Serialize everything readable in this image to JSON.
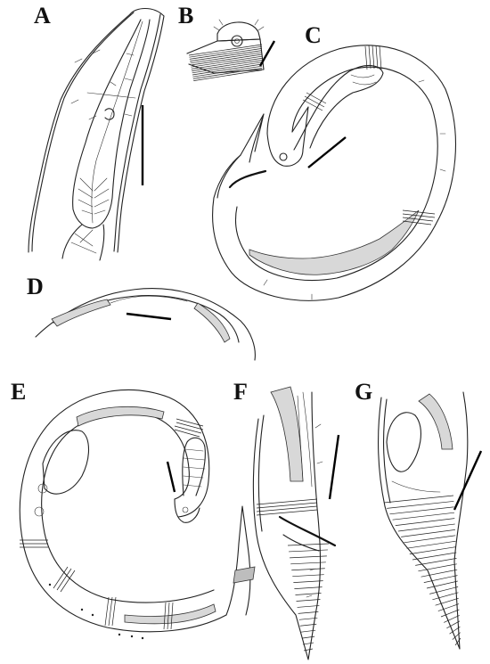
{
  "figure": {
    "panels": [
      {
        "id": "A",
        "label": "A",
        "description_name": "panel-a"
      },
      {
        "id": "B",
        "label": "B",
        "description_name": "panel-b"
      },
      {
        "id": "C",
        "label": "C",
        "description_name": "panel-c"
      },
      {
        "id": "D",
        "label": "D",
        "description_name": "panel-d"
      },
      {
        "id": "E",
        "label": "E",
        "description_name": "panel-e"
      },
      {
        "id": "F",
        "label": "F",
        "description_name": "panel-f"
      },
      {
        "id": "G",
        "label": "G",
        "description_name": "panel-g"
      }
    ]
  },
  "colors": {
    "ink": "#222222",
    "stipple": "#d8d8d8",
    "background": "#ffffff"
  }
}
